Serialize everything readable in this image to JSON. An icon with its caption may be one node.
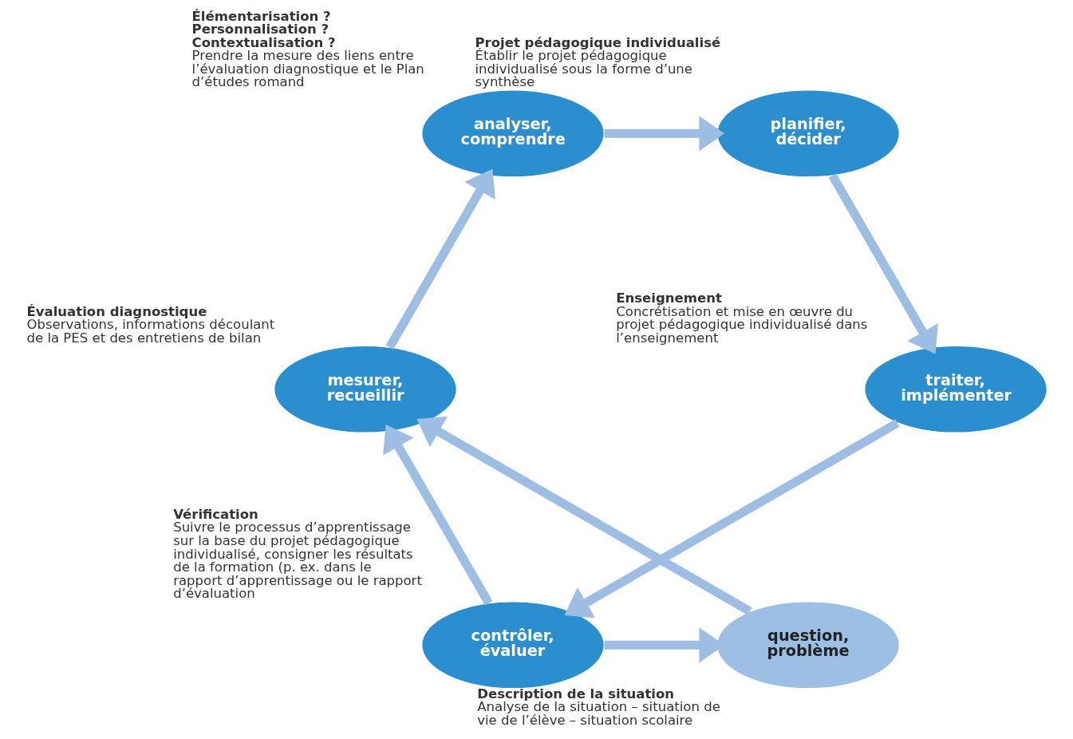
{
  "diagram": {
    "nodes": [
      {
        "text": [
          "question, problème"
        ],
        "beside": [
          "Description de la situation",
          "Analyse de la situation – situation de vie de l’élève – situation scolaire"
        ]
      },
      {
        "text": [
          "mesurer, recueillir"
        ],
        "beside": [
          "Évaluation diagnostique",
          "Observations, informations découlant de la PES et des entretiens de bilan"
        ]
      },
      {
        "text": [
          "analyser, comprendre"
        ],
        "beside": [
          "Élémentarisation ?",
          "Personnalisation ?",
          "Contextualisation ?",
          "Prendre la mesure des liens entre l’évaluation diagnostique et le Plan d’études romand"
        ]
      },
      {
        "text": [
          "planifier, décider"
        ],
        "beside": [
          "Projet pédagogique individualisé",
          "Établir le projet pédagogique individualisé sous la forme d’une synthèse"
        ]
      },
      {
        "text": [
          "traiter, implémenter"
        ],
        "beside": [
          "Enseignement",
          "Concrétisation et mise en œuvre du projet pédagogique individualisé dans l’enseignement"
        ]
      },
      {
        "text": [
          "contrôler, évaluer"
        ],
        "beside": [
          "Vérification",
          "Suivre le processus d’apprentissage sur la base du projet pédagogique individualisé, consigner les résultats de la formation (p. ex. dans le rapport d’apprentissage ou le rapport d’évaluation"
        ]
      }
    ],
    "edges": [
      {
        "from": 0,
        "to": 1,
        "arrow": "to"
      },
      {
        "from": 1,
        "to": 2,
        "arrow": "to"
      },
      {
        "from": 2,
        "to": 3,
        "arrow": "to"
      },
      {
        "from": 3,
        "to": 4,
        "arrow": "to"
      },
      {
        "from": 4,
        "to": 5,
        "arrow": "to"
      },
      {
        "from": 5,
        "to": 0,
        "arrow": "to"
      },
      {
        "from": 5,
        "to": 1,
        "arrow": "to"
      }
    ]
  }
}
